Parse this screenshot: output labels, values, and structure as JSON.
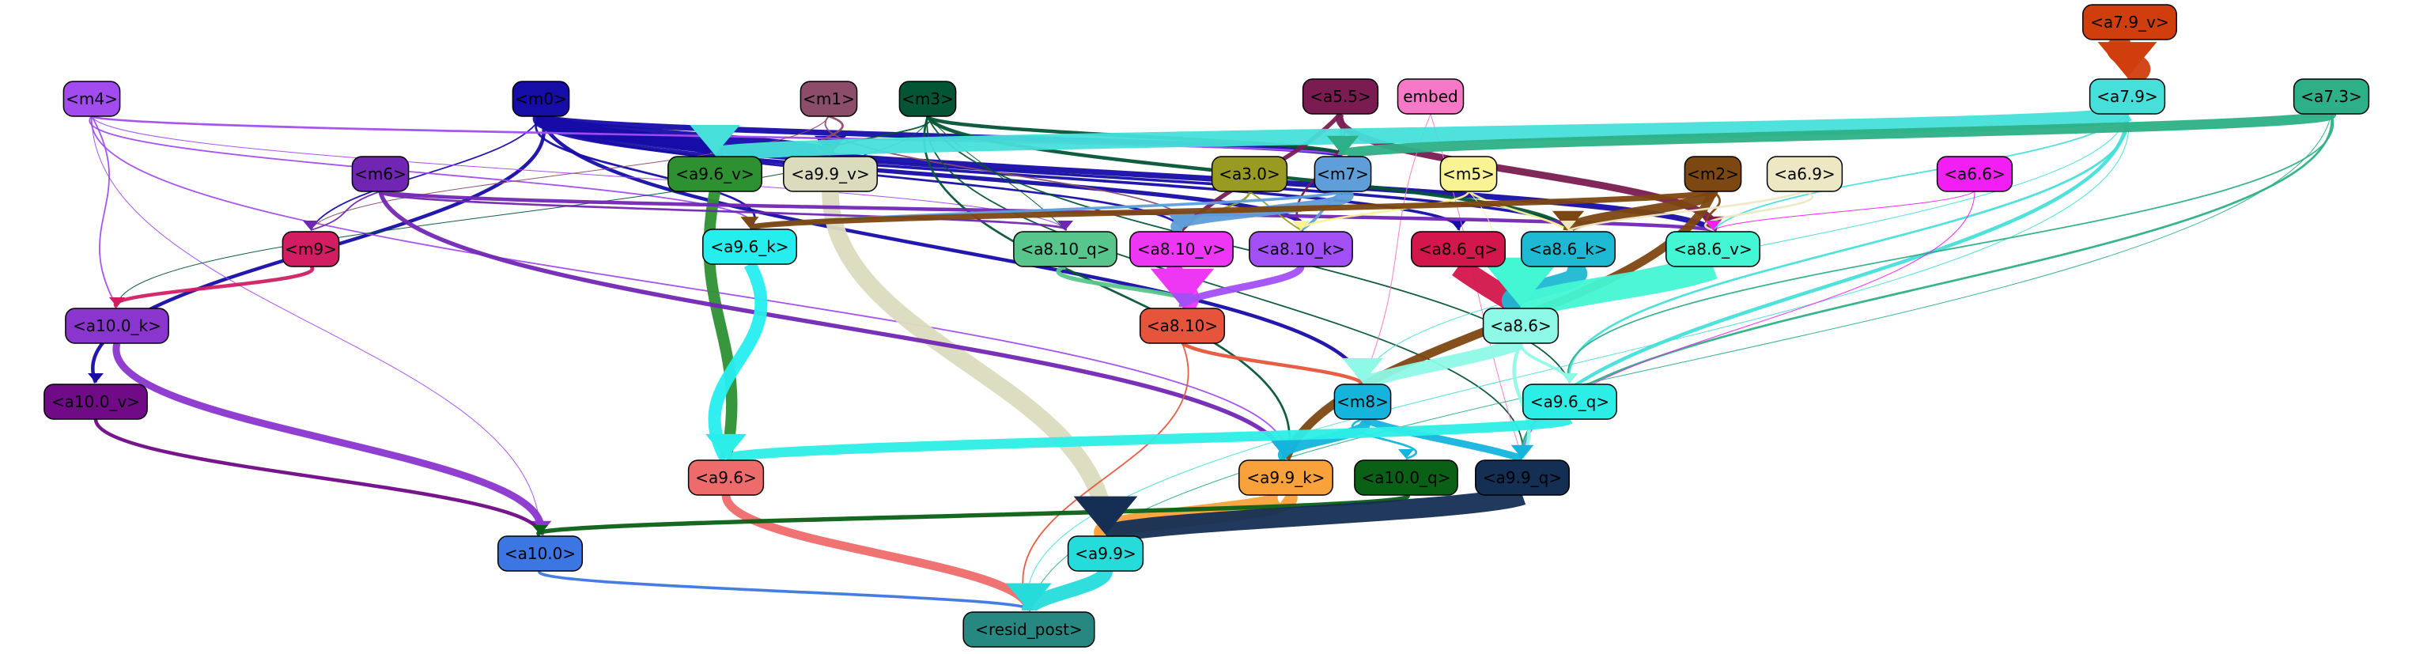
{
  "nodes": [
    {
      "id": "a7.9_v",
      "label": "<a7.9_v>",
      "color": "#d13e0e",
      "text_color": "#000000"
    },
    {
      "id": "m4",
      "label": "<m4>",
      "color": "#a24cf0",
      "text_color": "#000000"
    },
    {
      "id": "m0",
      "label": "<m0>",
      "color": "#160ca6",
      "text_color": "#000000"
    },
    {
      "id": "m1",
      "label": "<m1>",
      "color": "#8c4d6a",
      "text_color": "#000000"
    },
    {
      "id": "m3",
      "label": "<m3>",
      "color": "#045535",
      "text_color": "#000000"
    },
    {
      "id": "a5.5",
      "label": "<a5.5>",
      "color": "#7a1c52",
      "text_color": "#000000"
    },
    {
      "id": "embed",
      "label": "embed",
      "color": "#f778c6",
      "text_color": "#000000"
    },
    {
      "id": "a7.9",
      "label": "<a7.9>",
      "color": "#46dfd9",
      "text_color": "#000000"
    },
    {
      "id": "a7.3",
      "label": "<a7.3>",
      "color": "#2db087",
      "text_color": "#000000"
    },
    {
      "id": "a9.6_v",
      "label": "<a9.6_v>",
      "color": "#2d9131",
      "text_color": "#000000"
    },
    {
      "id": "a9.9_v",
      "label": "<a9.9_v>",
      "color": "#dbdcbe",
      "text_color": "#000000"
    },
    {
      "id": "m6",
      "label": "<m6>",
      "color": "#7126b3",
      "text_color": "#000000"
    },
    {
      "id": "a3.0",
      "label": "<a3.0>",
      "color": "#999a21",
      "text_color": "#000000"
    },
    {
      "id": "m7",
      "label": "<m7>",
      "color": "#5f9ed9",
      "text_color": "#000000"
    },
    {
      "id": "m5",
      "label": "<m5>",
      "color": "#f9f394",
      "text_color": "#000000"
    },
    {
      "id": "m2",
      "label": "<m2>",
      "color": "#7d4711",
      "text_color": "#000000"
    },
    {
      "id": "a6.9",
      "label": "<a6.9>",
      "color": "#ede8c3",
      "text_color": "#000000"
    },
    {
      "id": "a6.6",
      "label": "<a6.6>",
      "color": "#f11ff3",
      "text_color": "#000000"
    },
    {
      "id": "m9",
      "label": "<m9>",
      "color": "#d21d63",
      "text_color": "#000000"
    },
    {
      "id": "a9.6_k",
      "label": "<a9.6_k>",
      "color": "#26eeef",
      "text_color": "#000000"
    },
    {
      "id": "a8.10_q",
      "label": "<a8.10_q>",
      "color": "#58c68c",
      "text_color": "#000000"
    },
    {
      "id": "a8.10_v",
      "label": "<a8.10_v>",
      "color": "#ee37f4",
      "text_color": "#000000"
    },
    {
      "id": "a8.10_k",
      "label": "<a8.10_k>",
      "color": "#a24ff5",
      "text_color": "#000000"
    },
    {
      "id": "a8.6_q",
      "label": "<a8.6_q>",
      "color": "#d3164c",
      "text_color": "#000000"
    },
    {
      "id": "a8.6_k",
      "label": "<a8.6_k>",
      "color": "#1db8d2",
      "text_color": "#000000"
    },
    {
      "id": "a8.6_v",
      "label": "<a8.6_v>",
      "color": "#43f7d4",
      "text_color": "#000000"
    },
    {
      "id": "a10.0_k",
      "label": "<a10.0_k>",
      "color": "#8b35cf",
      "text_color": "#000000"
    },
    {
      "id": "a8.10",
      "label": "<a8.10>",
      "color": "#e6553b",
      "text_color": "#000000"
    },
    {
      "id": "a8.6",
      "label": "<a8.6>",
      "color": "#8ef9e7",
      "text_color": "#000000"
    },
    {
      "id": "a10.0_v",
      "label": "<a10.0_v>",
      "color": "#700a86",
      "text_color": "#000000"
    },
    {
      "id": "m8",
      "label": "<m8>",
      "color": "#15b4dd",
      "text_color": "#000000"
    },
    {
      "id": "a9.6_q",
      "label": "<a9.6_q>",
      "color": "#2deee7",
      "text_color": "#000000"
    },
    {
      "id": "a9.6",
      "label": "<a9.6>",
      "color": "#ed6b6a",
      "text_color": "#000000"
    },
    {
      "id": "a9.9_k",
      "label": "<a9.9_k>",
      "color": "#f9a13a",
      "text_color": "#000000"
    },
    {
      "id": "a10.0_q",
      "label": "<a10.0_q>",
      "color": "#0a6015",
      "text_color": "#000000"
    },
    {
      "id": "a9.9_q",
      "label": "<a9.9_q>",
      "color": "#142e54",
      "text_color": "#000000"
    },
    {
      "id": "a10.0",
      "label": "<a10.0>",
      "color": "#3b76e2",
      "text_color": "#000000"
    },
    {
      "id": "a9.9",
      "label": "<a9.9>",
      "color": "#25dcdb",
      "text_color": "#000000"
    },
    {
      "id": "resid_post",
      "label": "<resid_post>",
      "color": "#268880",
      "text_color": "#000000"
    }
  ],
  "edges": [
    {
      "from": "a7.9_v",
      "to": "a7.9",
      "color": "#d13e0e",
      "weight": 26
    },
    {
      "from": "m0",
      "to": "a9.6_v",
      "color": "#160ca6",
      "weight": 18
    },
    {
      "from": "m0",
      "to": "a9.9_v",
      "color": "#160ca6",
      "weight": 14
    },
    {
      "from": "m0",
      "to": "m7",
      "color": "#160ca6",
      "weight": 8
    },
    {
      "from": "m0",
      "to": "a8.6_v",
      "color": "#160ca6",
      "weight": 8
    },
    {
      "from": "m0",
      "to": "a8.10_k",
      "color": "#160ca6",
      "weight": 6
    },
    {
      "from": "m0",
      "to": "a8.6_q",
      "color": "#160ca6",
      "weight": 4
    },
    {
      "from": "m0",
      "to": "a8.6_k",
      "color": "#160ca6",
      "weight": 4
    },
    {
      "from": "m0",
      "to": "m8",
      "color": "#160ca6",
      "weight": 5
    },
    {
      "from": "m0",
      "to": "a10.0_v",
      "color": "#160ca6",
      "weight": 5
    },
    {
      "from": "m0",
      "to": "a9.6_k",
      "color": "#160ca6",
      "weight": 3
    },
    {
      "from": "m0",
      "to": "m9",
      "color": "#160ca6",
      "weight": 2
    },
    {
      "from": "m0",
      "to": "a8.10_v",
      "color": "#160ca6",
      "weight": 3
    },
    {
      "from": "m4",
      "to": "m7",
      "color": "#a24cf0",
      "weight": 3
    },
    {
      "from": "m4",
      "to": "a10.0_k",
      "color": "#a24cf0",
      "weight": 2
    },
    {
      "from": "m4",
      "to": "a9.6_k",
      "color": "#a24cf0",
      "weight": 2
    },
    {
      "from": "m4",
      "to": "a9.9_k",
      "color": "#a24cf0",
      "weight": 2
    },
    {
      "from": "m4",
      "to": "a10.0",
      "color": "#a24cf0",
      "weight": 1
    },
    {
      "from": "m4",
      "to": "a8.10_q",
      "color": "#a24cf0",
      "weight": 1
    },
    {
      "from": "m1",
      "to": "a9.9_v",
      "color": "#8c4d6a",
      "weight": 3
    },
    {
      "from": "m1",
      "to": "a8.10_v",
      "color": "#8c4d6a",
      "weight": 2
    },
    {
      "from": "m1",
      "to": "m9",
      "color": "#8c4d6a",
      "weight": 1
    },
    {
      "from": "m3",
      "to": "m7",
      "color": "#045535",
      "weight": 5
    },
    {
      "from": "m3",
      "to": "a9.9_v",
      "color": "#045535",
      "weight": 2
    },
    {
      "from": "m3",
      "to": "a9.6_q",
      "color": "#045535",
      "weight": 2
    },
    {
      "from": "m3",
      "to": "a9.9_k",
      "color": "#045535",
      "weight": 3
    },
    {
      "from": "m3",
      "to": "a9.9_q",
      "color": "#045535",
      "weight": 2
    },
    {
      "from": "m3",
      "to": "a10.0_k",
      "color": "#045535",
      "weight": 1
    },
    {
      "from": "m3",
      "to": "a8.6_k",
      "color": "#045535",
      "weight": 5
    },
    {
      "from": "m3",
      "to": "a8.10_q",
      "color": "#045535",
      "weight": 1
    },
    {
      "from": "a5.5",
      "to": "a8.10_v",
      "color": "#7a1c52",
      "weight": 6
    },
    {
      "from": "a5.5",
      "to": "a8.6_v",
      "color": "#7a1c52",
      "weight": 10
    },
    {
      "from": "a5.5",
      "to": "m7",
      "color": "#7a1c52",
      "weight": 2
    },
    {
      "from": "a5.5",
      "to": "a8.10_k",
      "color": "#7a1c52",
      "weight": 3
    },
    {
      "from": "embed",
      "to": "a9.9_q",
      "color": "#f778c6",
      "weight": 1
    },
    {
      "from": "embed",
      "to": "m8",
      "color": "#f778c6",
      "weight": 1
    },
    {
      "from": "a7.9",
      "to": "a9.6_v",
      "color": "#46dfd9",
      "weight": 22
    },
    {
      "from": "a7.9",
      "to": "a9.9_q",
      "color": "#46dfd9",
      "weight": 5
    },
    {
      "from": "a7.9",
      "to": "a9.6_q",
      "color": "#46dfd9",
      "weight": 3
    },
    {
      "from": "a7.9",
      "to": "resid_post",
      "color": "#46dfd9",
      "weight": 1
    },
    {
      "from": "a7.9",
      "to": "a8.6_v",
      "color": "#46dfd9",
      "weight": 2
    },
    {
      "from": "a7.9",
      "to": "m8",
      "color": "#46dfd9",
      "weight": 1
    },
    {
      "from": "a7.3",
      "to": "m7",
      "color": "#2db087",
      "weight": 14
    },
    {
      "from": "a7.3",
      "to": "a9.9_q",
      "color": "#2db087",
      "weight": 3
    },
    {
      "from": "a7.3",
      "to": "a9.6_q",
      "color": "#2db087",
      "weight": 2
    },
    {
      "from": "a7.3",
      "to": "resid_post",
      "color": "#2db087",
      "weight": 1
    },
    {
      "from": "a9.6_v",
      "to": "a9.6",
      "color": "#2d9131",
      "weight": 16
    },
    {
      "from": "a9.9_v",
      "to": "a9.9",
      "color": "#dbdcbe",
      "weight": 24
    },
    {
      "from": "m6",
      "to": "a9.9_k",
      "color": "#7126b3",
      "weight": 6
    },
    {
      "from": "m6",
      "to": "a8.6_v",
      "color": "#7126b3",
      "weight": 5
    },
    {
      "from": "m6",
      "to": "m9",
      "color": "#7126b3",
      "weight": 2
    },
    {
      "from": "m6",
      "to": "a8.10_q",
      "color": "#7126b3",
      "weight": 3
    },
    {
      "from": "a3.0",
      "to": "a8.10_v",
      "color": "#999a21",
      "weight": 3
    },
    {
      "from": "a3.0",
      "to": "a8.10_k",
      "color": "#999a21",
      "weight": 2
    },
    {
      "from": "m7",
      "to": "a8.10_v",
      "color": "#5f9ed9",
      "weight": 14
    },
    {
      "from": "m7",
      "to": "a9.6_k",
      "color": "#5f9ed9",
      "weight": 4
    },
    {
      "from": "m7",
      "to": "a8.10_k",
      "color": "#5f9ed9",
      "weight": 4
    },
    {
      "from": "m5",
      "to": "a8.10_k",
      "color": "#f9f394",
      "weight": 3
    },
    {
      "from": "m5",
      "to": "a8.6_k",
      "color": "#f9f394",
      "weight": 3
    },
    {
      "from": "m5",
      "to": "a8.6",
      "color": "#f9f394",
      "weight": 1
    },
    {
      "from": "m2",
      "to": "a9.9_k",
      "color": "#7d4711",
      "weight": 12
    },
    {
      "from": "m2",
      "to": "a9.6_k",
      "color": "#7d4711",
      "weight": 8
    },
    {
      "from": "m2",
      "to": "a8.6_k",
      "color": "#7d4711",
      "weight": 14
    },
    {
      "from": "m2",
      "to": "a8.6_v",
      "color": "#7d4711",
      "weight": 3
    },
    {
      "from": "a6.9",
      "to": "a8.6_v",
      "color": "#ede8c3",
      "weight": 3
    },
    {
      "from": "a6.9",
      "to": "a8.6_k",
      "color": "#ede8c3",
      "weight": 3
    },
    {
      "from": "a6.6",
      "to": "a8.6_v",
      "color": "#f11ff3",
      "weight": 1
    },
    {
      "from": "a6.6",
      "to": "a9.9_q",
      "color": "#f11ff3",
      "weight": 1
    },
    {
      "from": "m9",
      "to": "a10.0_k",
      "color": "#d21d63",
      "weight": 5
    },
    {
      "from": "a9.6_k",
      "to": "a9.6",
      "color": "#26eeef",
      "weight": 18
    },
    {
      "from": "a8.10_q",
      "to": "a8.10",
      "color": "#58c68c",
      "weight": 6
    },
    {
      "from": "a8.10_v",
      "to": "a8.10",
      "color": "#ee37f4",
      "weight": 28
    },
    {
      "from": "a8.10_k",
      "to": "a8.10",
      "color": "#a24ff5",
      "weight": 10
    },
    {
      "from": "a8.6_q",
      "to": "a8.6",
      "color": "#d3164c",
      "weight": 30
    },
    {
      "from": "a8.6_k",
      "to": "a8.6",
      "color": "#1db8d2",
      "weight": 26
    },
    {
      "from": "a8.6_v",
      "to": "a8.6",
      "color": "#43f7d4",
      "weight": 36
    },
    {
      "from": "a10.0_k",
      "to": "a10.0",
      "color": "#8b35cf",
      "weight": 10
    },
    {
      "from": "a10.0_v",
      "to": "a10.0",
      "color": "#700a86",
      "weight": 5
    },
    {
      "from": "a8.10",
      "to": "m8",
      "color": "#e6553b",
      "weight": 5
    },
    {
      "from": "a8.10",
      "to": "resid_post",
      "color": "#e6553b",
      "weight": 2
    },
    {
      "from": "a8.6",
      "to": "m8",
      "color": "#8ef9e7",
      "weight": 18
    },
    {
      "from": "a8.6",
      "to": "a9.9_q",
      "color": "#8ef9e7",
      "weight": 5
    },
    {
      "from": "a8.6",
      "to": "a9.6_q",
      "color": "#8ef9e7",
      "weight": 4
    },
    {
      "from": "m8",
      "to": "a9.9_k",
      "color": "#15b4dd",
      "weight": 14
    },
    {
      "from": "m8",
      "to": "a9.9_q",
      "color": "#15b4dd",
      "weight": 10
    },
    {
      "from": "m8",
      "to": "a10.0_q",
      "color": "#15b4dd",
      "weight": 3
    },
    {
      "from": "a9.6_q",
      "to": "a9.6",
      "color": "#2deee7",
      "weight": 14
    },
    {
      "from": "a9.6",
      "to": "resid_post",
      "color": "#ed6b6a",
      "weight": 12
    },
    {
      "from": "a9.9_k",
      "to": "a9.9",
      "color": "#f9a13a",
      "weight": 28
    },
    {
      "from": "a10.0_q",
      "to": "a10.0",
      "color": "#0a6015",
      "weight": 6
    },
    {
      "from": "a9.9_q",
      "to": "a9.9",
      "color": "#142e54",
      "weight": 28
    },
    {
      "from": "a10.0",
      "to": "resid_post",
      "color": "#3b76e2",
      "weight": 4
    },
    {
      "from": "a9.9",
      "to": "resid_post",
      "color": "#25dcdb",
      "weight": 20
    }
  ]
}
